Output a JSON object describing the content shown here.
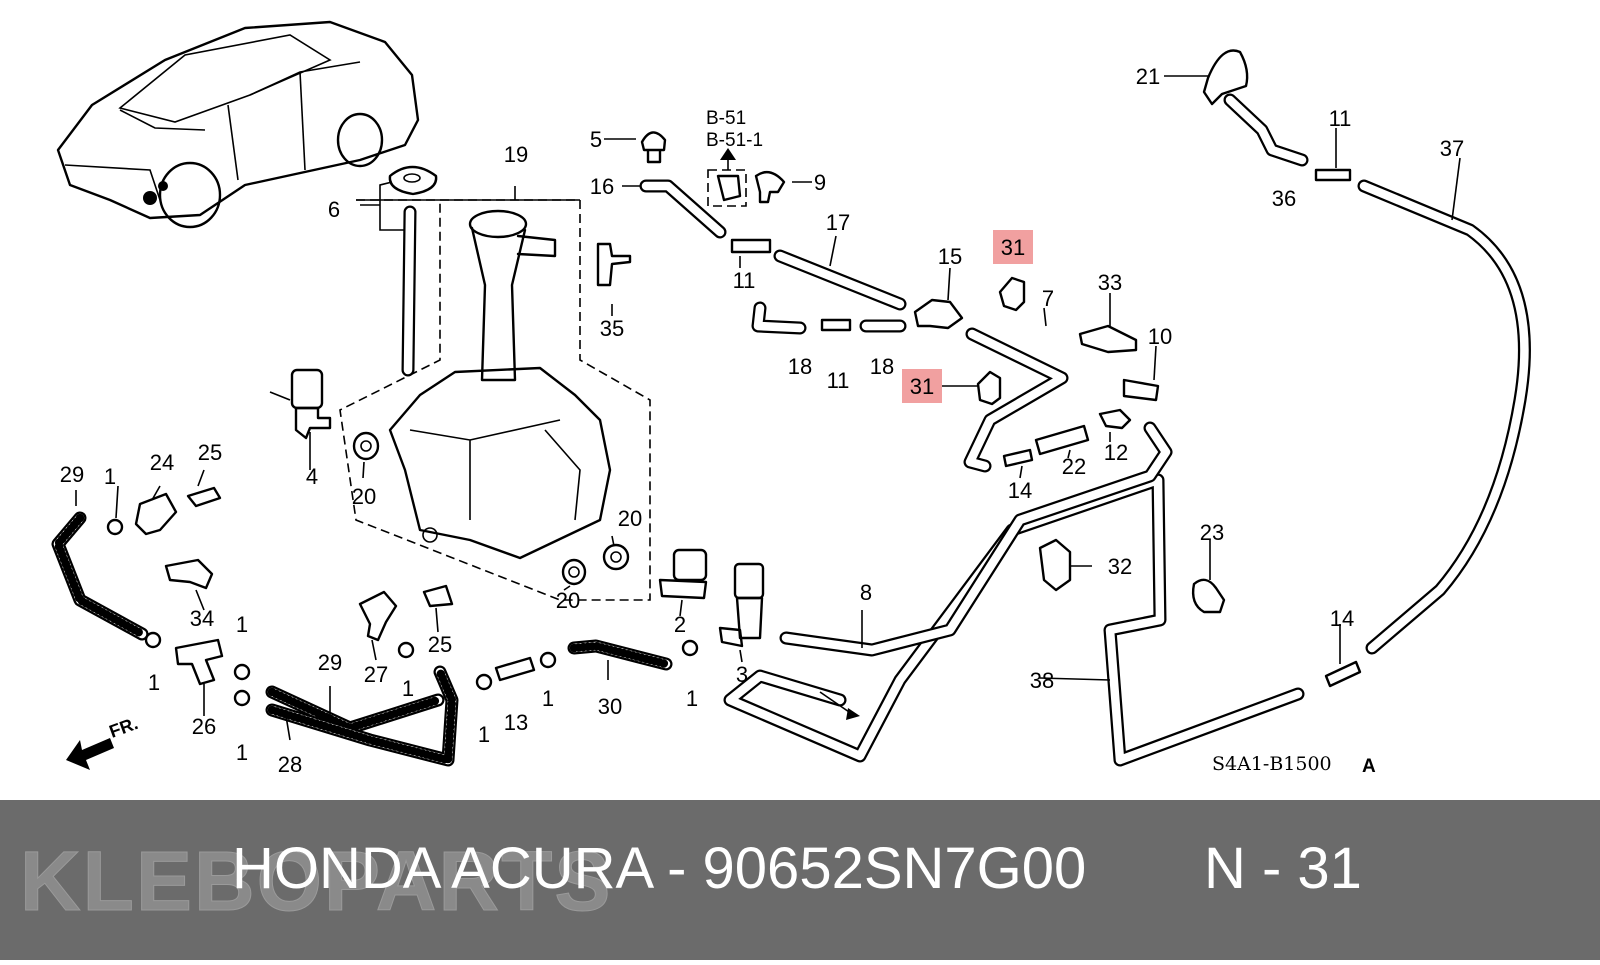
{
  "diagram": {
    "code": "S4A1-B1500",
    "code_suffix": "A",
    "direction": "FR.",
    "ref_lines": [
      "B-51",
      "B-51-1"
    ],
    "highlight_color": "#f1a0a0"
  },
  "callouts": {
    "c1a": "1",
    "c1b": "1",
    "c1c": "1",
    "c1d": "1",
    "c1e": "1",
    "c1f": "1",
    "c1g": "1",
    "c1h": "1",
    "c2": "2",
    "c3": "3",
    "c4": "4",
    "c5": "5",
    "c6": "6",
    "c7": "7",
    "c8": "8",
    "c9": "9",
    "c10": "10",
    "c11a": "11",
    "c11b": "11",
    "c11c": "11",
    "c12": "12",
    "c13": "13",
    "c14a": "14",
    "c14b": "14",
    "c15": "15",
    "c16": "16",
    "c17": "17",
    "c18a": "18",
    "c18b": "18",
    "c19": "19",
    "c20a": "20",
    "c20b": "20",
    "c20c": "20",
    "c21": "21",
    "c22": "22",
    "c23": "23",
    "c24": "24",
    "c25a": "25",
    "c25b": "25",
    "c26": "26",
    "c27": "27",
    "c28": "28",
    "c29a": "29",
    "c29b": "29",
    "c30": "30",
    "c31a": "31",
    "c31b": "31",
    "c32": "32",
    "c33": "33",
    "c34": "34",
    "c35": "35",
    "c36": "36",
    "c37": "37",
    "c38": "38"
  },
  "footer": {
    "title": "HONDA ACURA - 90652SN7G00",
    "part_ref": "N - 31",
    "watermark": "KLEBOPARTS",
    "background": "#6b6b6b",
    "text_color": "#ffffff"
  }
}
